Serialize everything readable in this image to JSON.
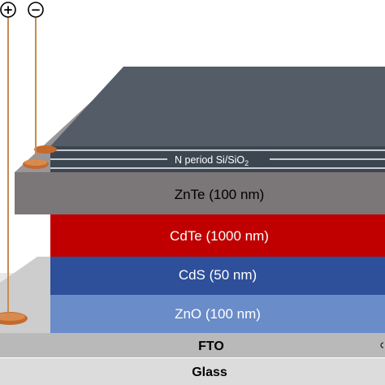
{
  "diagram": {
    "layers": {
      "glass": "Glass",
      "fto": "FTO",
      "zno": "ZnO (100 nm)",
      "cds": "CdS (50 nm)",
      "cdte": "CdTe (1000 nm)",
      "znte": "ZnTe (100 nm)"
    },
    "stack_label": "N period Si/SiO",
    "stack_label_sub": "2",
    "terminals": {
      "positive": "+",
      "negative": "−"
    },
    "colors": {
      "glass": "#dcdcdc",
      "fto": "#b9b9b9",
      "zno": "#6a8cc8",
      "cds": "#2e4f9a",
      "cdte": "#c00000",
      "znte": "#7b7677",
      "stack_top": "#545d67",
      "stack_front": "#3c4651",
      "contact": "#c46a2c",
      "wire": "#c98a52"
    }
  }
}
